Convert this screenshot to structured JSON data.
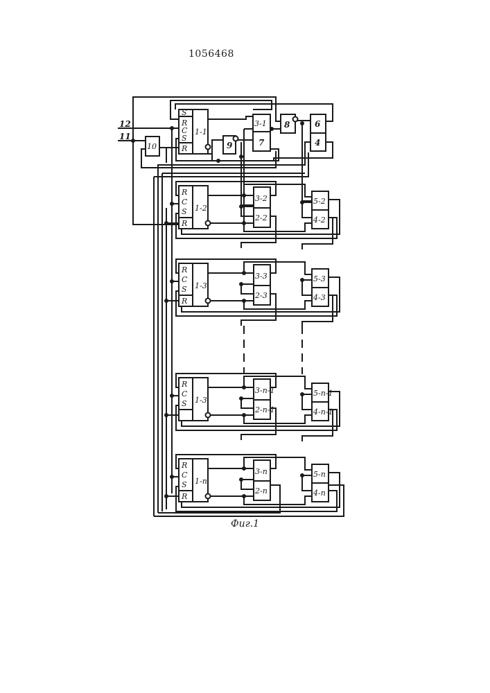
{
  "document_number": "1056468",
  "figure_caption": "Фиг.1",
  "inputs": [
    {
      "label": "12"
    },
    {
      "label": "11"
    }
  ],
  "top_block": {
    "trigger": {
      "label": "1-1",
      "pins": [
        "S",
        "R",
        "C",
        "S",
        "R"
      ]
    },
    "block_3_1": "3-1",
    "block_7": "7",
    "block_8": "8",
    "block_9": "9",
    "block_10": "10",
    "block_6": "6",
    "block_4": "4"
  },
  "stages": [
    {
      "trigger": "1-2",
      "pins": [
        "R",
        "C",
        "S",
        "R"
      ],
      "a_top": "3-2",
      "a_bottom": "2-2",
      "b_top": "5-2",
      "b_bottom": "4-2"
    },
    {
      "trigger": "1-3",
      "pins": [
        "R",
        "C",
        "S",
        "R"
      ],
      "a_top": "3-3",
      "a_bottom": "2-3",
      "b_top": "5-3",
      "b_bottom": "4-3"
    },
    {
      "trigger": "1-3",
      "pins": [
        "R",
        "C",
        "S",
        ""
      ],
      "a_top": "3-n-1",
      "a_bottom": "2-n-1",
      "b_top": "5-n-1",
      "b_bottom": "4-n-1"
    },
    {
      "trigger": "1-n",
      "pins": [
        "R",
        "C",
        "S",
        "R"
      ],
      "a_top": "3-n",
      "a_bottom": "2-n",
      "b_top": "5-n",
      "b_bottom": "4-n"
    }
  ]
}
